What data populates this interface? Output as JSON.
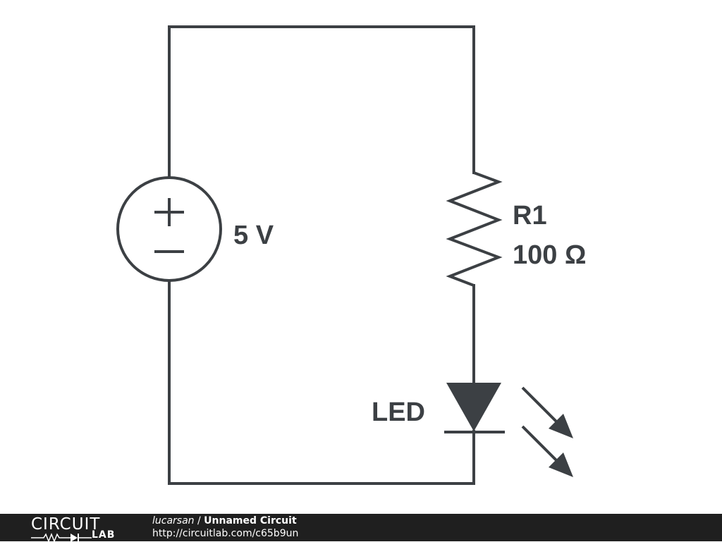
{
  "schematic": {
    "source": {
      "voltage_label": "5 V"
    },
    "resistor": {
      "name": "R1",
      "value": "100 Ω"
    },
    "led": {
      "label": "LED"
    }
  },
  "footer": {
    "logo_top": "CIRCUIT",
    "logo_bottom": "LAB",
    "author": "lucarsan",
    "separator": " / ",
    "circuit_title": "Unnamed Circuit",
    "url": "http://circuitlab.com/c65b9un"
  },
  "colors": {
    "wire": "#3c4044",
    "footer_background": "#1f1f1f",
    "footer_text": "#ffffff"
  }
}
